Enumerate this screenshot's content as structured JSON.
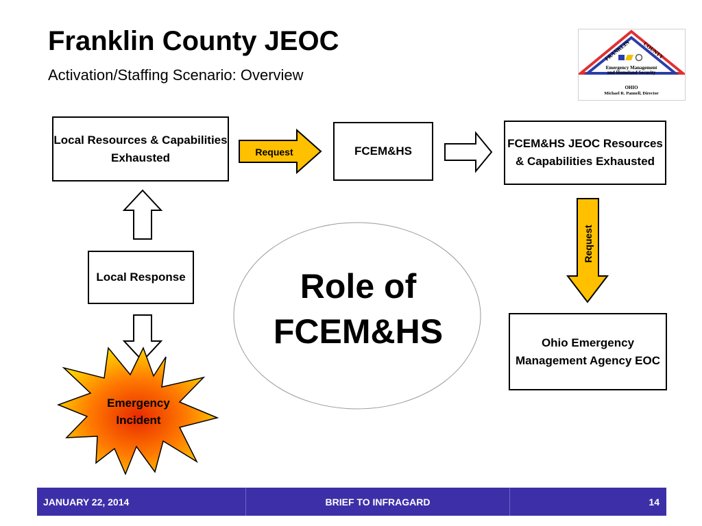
{
  "slide": {
    "title": "Franklin County JEOC",
    "subtitle": "Activation/Staffing Scenario: Overview"
  },
  "logo": {
    "word_left": "FRANKLIN",
    "word_right": "COUNTY",
    "line1": "Emergency Management",
    "line2": "and Homeland Security",
    "state": "OHIO",
    "director": "Michael R. Pannell, Director",
    "colors": {
      "outer": "#e03030",
      "inner": "#2b3ea8"
    }
  },
  "diagram": {
    "local_resources": "Local Resources & Capabilities Exhausted",
    "fcemhs": "FCEM&HS",
    "jeoc_resources": "FCEM&HS JEOC Resources & Capabilities Exhausted",
    "local_response": "Local Response",
    "ohio_ema": "Ohio Emergency Management Agency EOC",
    "request_horizontal": "Request",
    "request_vertical": "Request",
    "role_line1": "Role of",
    "role_line2": "FCEM&HS",
    "emergency_line1": "Emergency",
    "emergency_line2": "Incident",
    "colors": {
      "request_arrow": "#ffc000",
      "burst_outer": "#ffd200",
      "burst_inner": "#e82a00"
    }
  },
  "footer": {
    "date": "JANUARY 22, 2014",
    "brief": "BRIEF TO INFRAGARD",
    "page": "14",
    "color": "#3d2fa8"
  }
}
